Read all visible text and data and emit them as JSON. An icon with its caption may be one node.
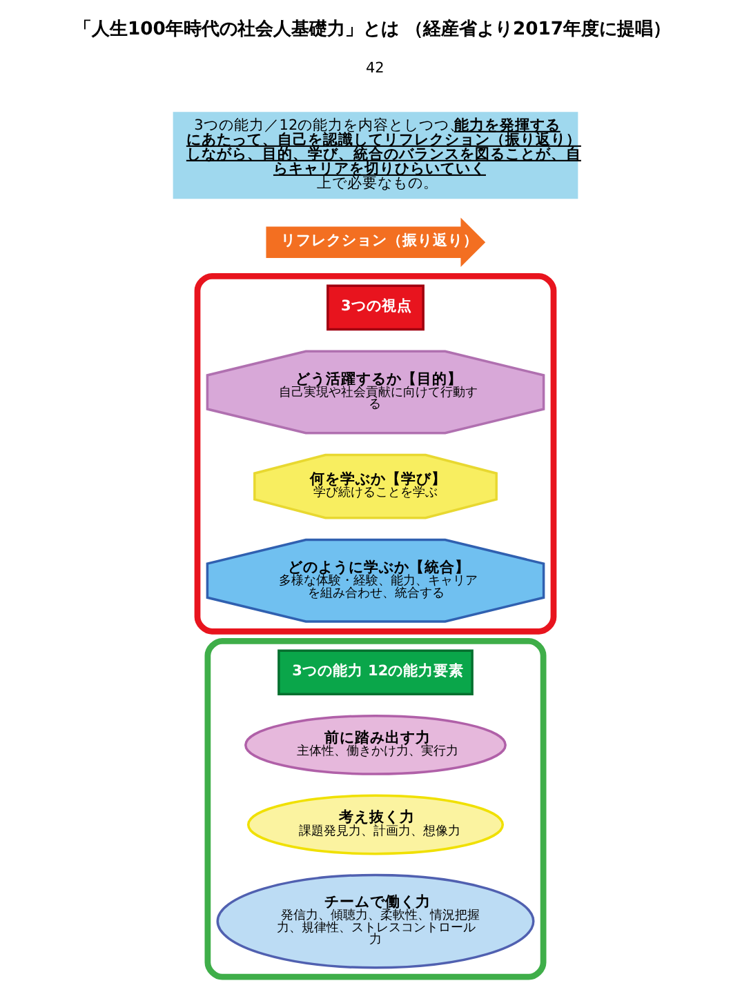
{
  "diagram": {
    "title": "「人生100年時代の社会人基礎力」とは （経産省より2017年度に提唱）",
    "nodes": [
      {
        "text": [],
        "shape": "box"
      },
      {
        "text": [
          "3つの能力 12の能力要素"
        ],
        "in": 0
      },
      {
        "text": [
          "前に踏み出す力",
          "主体性、働きかけ力、実行力"
        ],
        "in": 0
      },
      {
        "text": [
          "考え抜く力",
          "課題発見力、計画力、想像力"
        ],
        "in": 0
      },
      {
        "text": [
          "チームで働く力",
          "発信力、傾聴力、柔軟性、情況把握力、規律性、ストレスコントロール力"
        ],
        "in": 0
      },
      {
        "text": [],
        "shape": "box"
      },
      {
        "text": [
          "3つの視点"
        ],
        "in": 5
      },
      {
        "text": [
          "どう活躍するか【目的】",
          "自己実現や社会貢献に向けて行動する"
        ],
        "in": 5
      },
      {
        "text": [
          "何を学ぶか【学び】",
          "学び続けることを学ぶ"
        ],
        "in": 5
      },
      {
        "text": [
          "どのように学ぶか【統合】",
          "多様な体験・経験、能力、キャリアを組み合わせ、統合する"
        ],
        "in": 5
      },
      {
        "text": [
          "リフレクション（振り返り）"
        ]
      }
    ],
    "edges": [],
    "labels": [
      "3つの能力／12の能力を内容としつつ、**能力を発揮するにあたって、自己を認識してリフレクション（振り返り）しながら、目的、学び、統合のバランスを図ることが、自らキャリアを切りひらいていく**上で必要なもの。",
      "42"
    ]
  }
}
